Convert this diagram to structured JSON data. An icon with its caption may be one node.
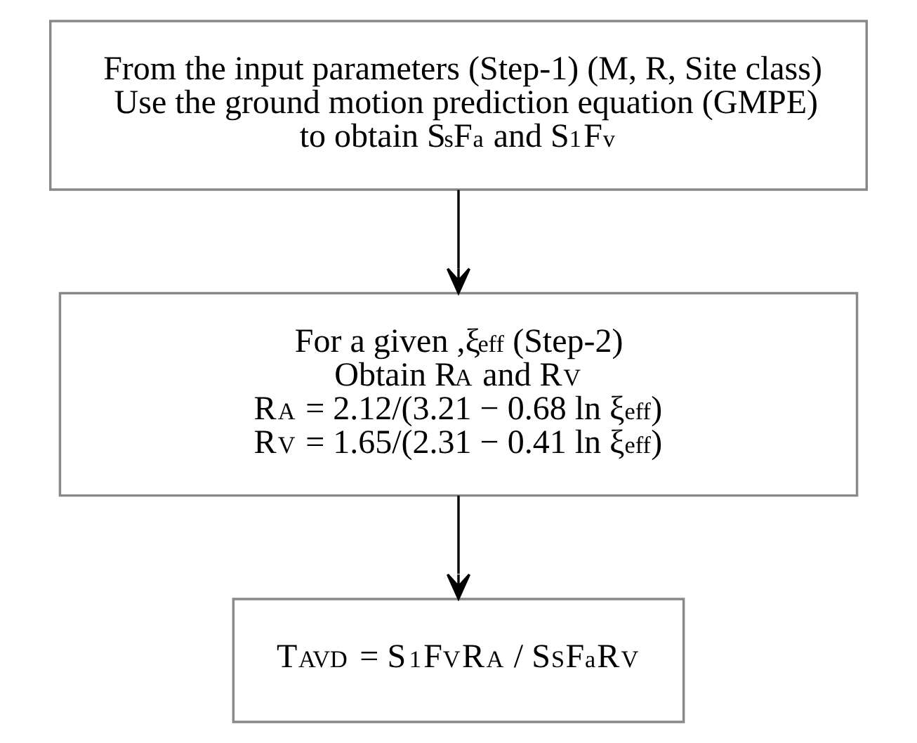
{
  "diagram": {
    "nodes": [
      {
        "text": [
          "From the input parameters (Step-1) (M, R, Site class)",
          "Use the ground motion prediction equation (GMPE)",
          "to obtain S$_{s}$F$_{a}$ and S$_{1}$F$_{v}$"
        ]
      },
      {
        "text": [
          "For a given ,ξ$_{eff}$ (Step-2)",
          "Obtain R$_{A}$ and R$_{V}$",
          "R$_{A}$ = 2.12/(3.21 − 0.68 ln ξ$_{eff}$)",
          "R$_{V}$ = 1.65/(2.31 − 0.41 ln ξ$_{eff}$)"
        ]
      },
      {
        "text": [
          "T$_{AVD}$ = S$_{1}$F$_{V}$R$_{A}$ / S$_{S}$F$_{a}$R$_{V}$"
        ]
      }
    ],
    "edges": [
      {
        "from": 0,
        "to": 1,
        "arrow": "to"
      },
      {
        "from": 1,
        "to": 2,
        "arrow": "to"
      }
    ]
  }
}
